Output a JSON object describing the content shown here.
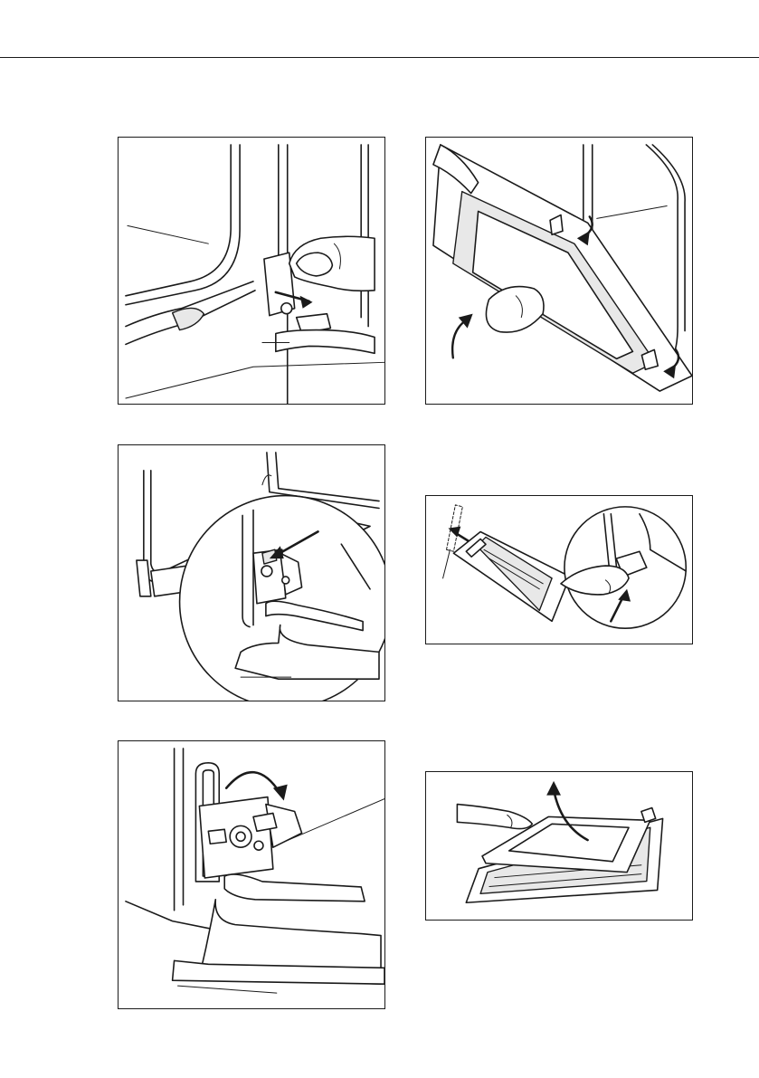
{
  "figures": [
    {
      "id": "fig-1",
      "icon": "hinge-lever-release-illustration"
    },
    {
      "id": "fig-2",
      "icon": "door-lift-and-remove-illustration"
    },
    {
      "id": "fig-3",
      "icon": "hinge-lock-detail-illustration"
    },
    {
      "id": "fig-4",
      "icon": "glass-panel-tab-press-illustration"
    },
    {
      "id": "fig-5",
      "icon": "hinge-lever-rotate-illustration"
    },
    {
      "id": "fig-6",
      "icon": "glass-panel-lift-out-illustration"
    }
  ],
  "colors": {
    "line": "#1a1a1a",
    "background": "#ffffff",
    "fill": "#e8e8e8"
  }
}
